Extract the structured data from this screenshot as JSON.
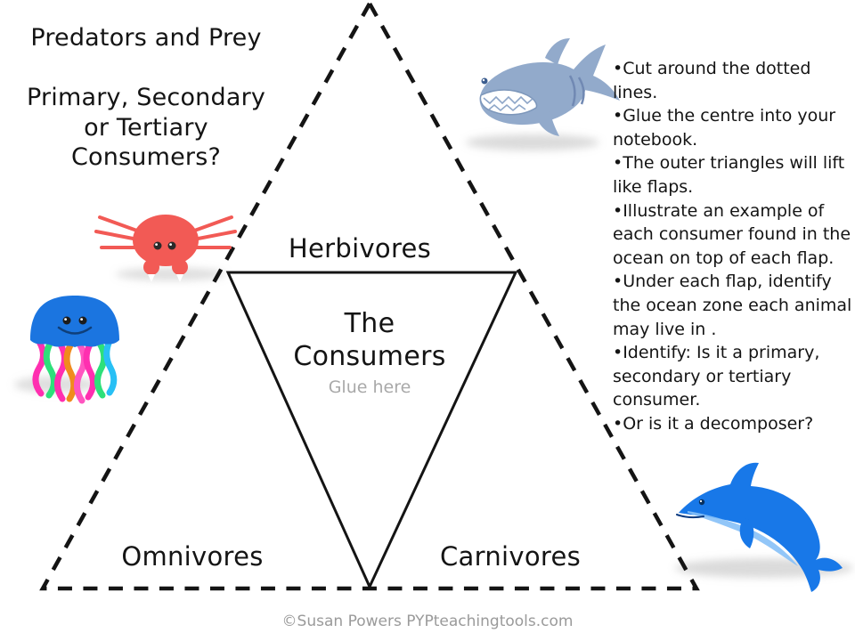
{
  "page": {
    "background": "#ffffff"
  },
  "title": {
    "line1": "Predators and Prey",
    "line2": "Primary, Secondary",
    "line3": "or Tertiary",
    "line4": "Consumers?"
  },
  "instructions": {
    "items": [
      "•Cut around the dotted lines.",
      "•Glue the centre into your notebook.",
      "•The outer triangles will lift like flaps.",
      "•Illustrate an example of each consumer found in the ocean on top of each flap.",
      "•Under each flap, identify the ocean zone each animal may live in .",
      "•Identify: Is it a primary, secondary or tertiary consumer.",
      "•Or is it a decomposer?"
    ]
  },
  "diagram": {
    "top_label": "Herbivores",
    "bottom_left_label": "Omnivores",
    "bottom_right_label": "Carnivores",
    "center_title": "The Consumers",
    "center_note": "Glue here",
    "line_color": "#141414"
  },
  "animals": {
    "shark": {
      "name": "shark",
      "color": "#92aacb"
    },
    "crab": {
      "name": "crab",
      "color": "#f25a55"
    },
    "jellyfish": {
      "name": "jellyfish",
      "color": "#1b75e0",
      "tentacle_colors": [
        "#ff2fb0",
        "#2ee07a",
        "#ff2fb0",
        "#f08b1d",
        "#ff55c0",
        "#ff2fb0",
        "#2ee07a",
        "#28c0f5"
      ]
    },
    "dolphin": {
      "name": "dolphin",
      "color": "#1878e8"
    }
  },
  "footer": {
    "credit": "©Susan Powers PYPteachingtools.com"
  }
}
